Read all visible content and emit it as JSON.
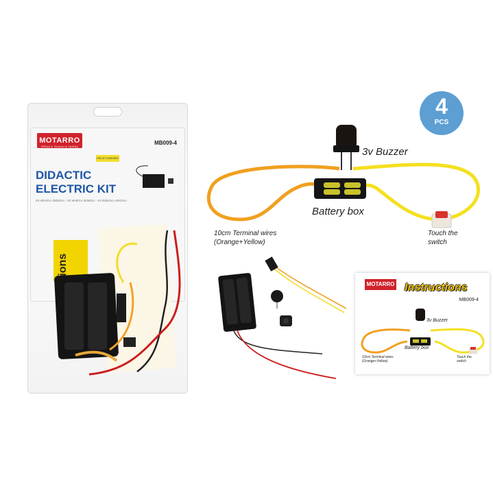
{
  "package": {
    "brand": "MOTARRO",
    "brand_tagline": "Office ▸ School ▸ Hobby",
    "product_code": "MB009-4",
    "title_line1": "DIDACTIC",
    "title_line2": "ELECTRIC KIT",
    "subtitle": "Kit eléctrico didáctico · Kit elettrico didattico · Kit didáctico eléctrico",
    "badge": "CIRCUIT ASSEMBLY",
    "inner_card_text": "tions"
  },
  "pcs_badge": {
    "count": "4",
    "unit": "PCS"
  },
  "diagram": {
    "buzzer_label": "3v Buzzer",
    "battery_label": "Battery box",
    "wires_label_line1": "10cm Terminal wires",
    "wires_label_line2": "(Orange+Yellow)",
    "switch_label_line1": "Touch the",
    "switch_label_line2": "switch"
  },
  "instruction_card": {
    "brand": "MOTARRO",
    "title": "Instructions",
    "code": "MB009-4",
    "buzzer_label": "3v Buzzer",
    "battery_label": "Battery box",
    "wires_label_line1": "10cm Terminal wires",
    "wires_label_line2": "(Orange+Yellow)",
    "switch_label_line1": "Touch the",
    "switch_label_line2": "switch"
  },
  "colors": {
    "brand_red": "#d0232c",
    "title_blue": "#1e56a6",
    "badge_blue": "#5d9ed3",
    "wire_orange": "#f0a020",
    "wire_yellow": "#f5e020"
  }
}
